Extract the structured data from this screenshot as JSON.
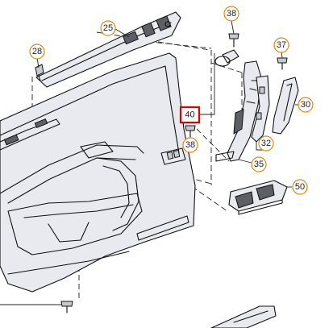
{
  "callouts": [
    {
      "id": "c25",
      "label": "25"
    },
    {
      "id": "c28",
      "label": "28"
    },
    {
      "id": "c38a",
      "label": "38"
    },
    {
      "id": "c37",
      "label": "37"
    },
    {
      "id": "c40",
      "label": "40"
    },
    {
      "id": "c38b",
      "label": "38"
    },
    {
      "id": "c30",
      "label": "30"
    },
    {
      "id": "c32",
      "label": "32"
    },
    {
      "id": "c35",
      "label": "35"
    },
    {
      "id": "c50",
      "label": "50"
    }
  ],
  "highlight": {
    "label": "40",
    "color": "#e00000"
  },
  "colors": {
    "callout_ring": "#e2860d",
    "line": "#111111",
    "panel": "#e9eaef"
  }
}
